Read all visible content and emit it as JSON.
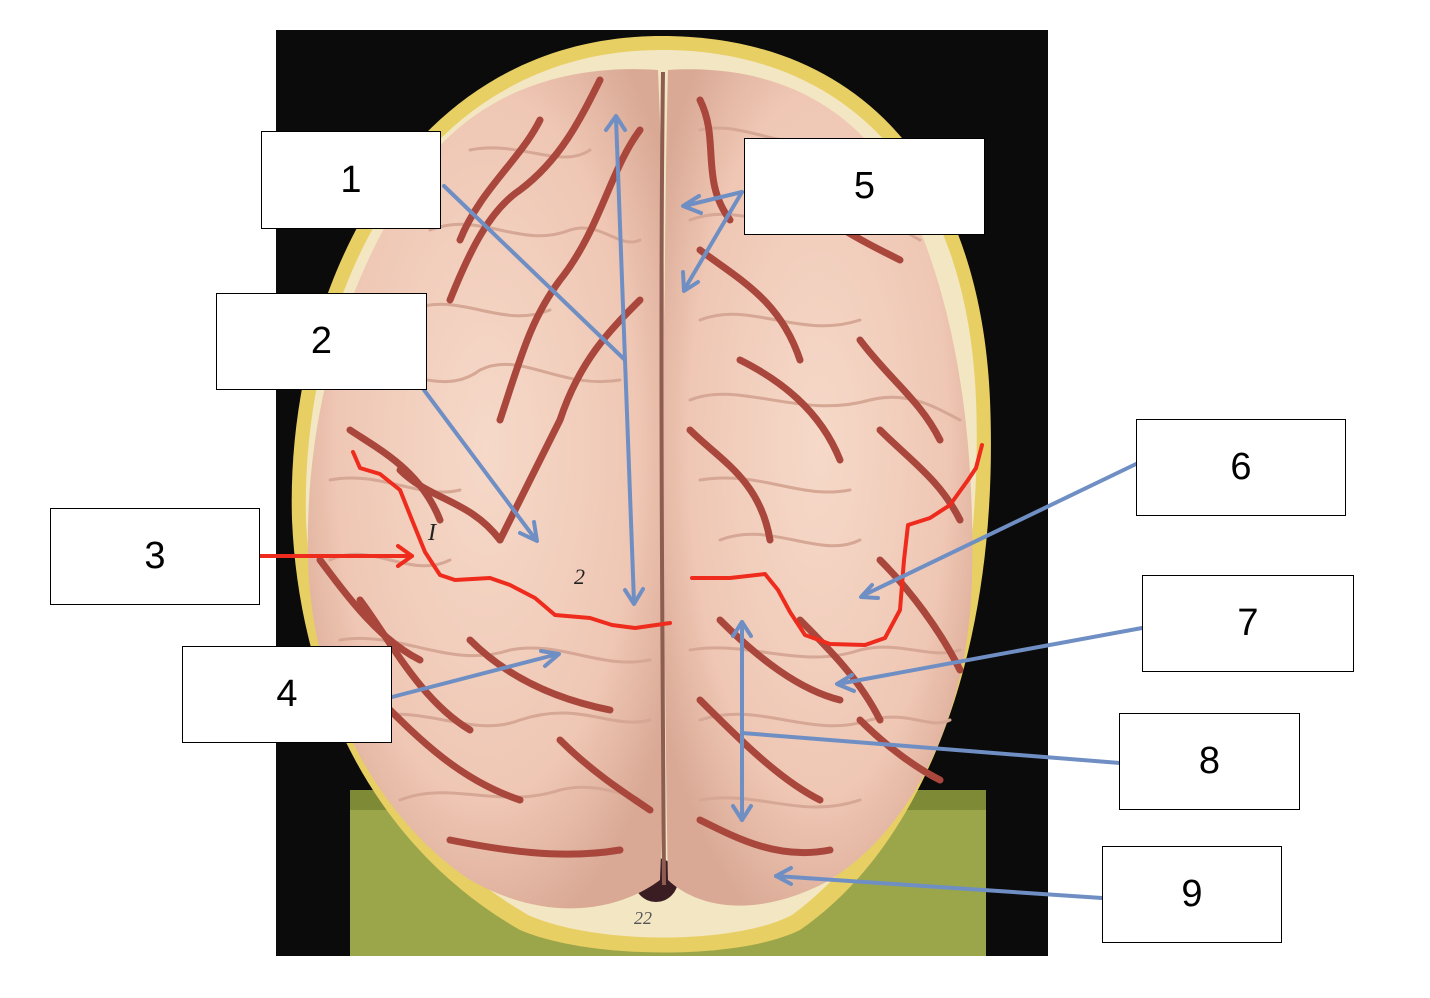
{
  "photo": {
    "subject": "brain-model-superior-view",
    "background_color": "#0b0b0c",
    "brain_color": "#efc7b4",
    "vessel_color": "#a9473d",
    "skull_rim_color": "#e8cf63",
    "stand_color": "#9ba64a",
    "model_number_text": "22",
    "gyrus_marks": [
      "I",
      "2"
    ]
  },
  "colors": {
    "pointer_blue": "#6f8fc4",
    "sulcus_red": "#ee2b1c"
  },
  "labels": [
    {
      "number": "1"
    },
    {
      "number": "2"
    },
    {
      "number": "3"
    },
    {
      "number": "4"
    },
    {
      "number": "5"
    },
    {
      "number": "6"
    },
    {
      "number": "7"
    },
    {
      "number": "8"
    },
    {
      "number": "9"
    }
  ]
}
